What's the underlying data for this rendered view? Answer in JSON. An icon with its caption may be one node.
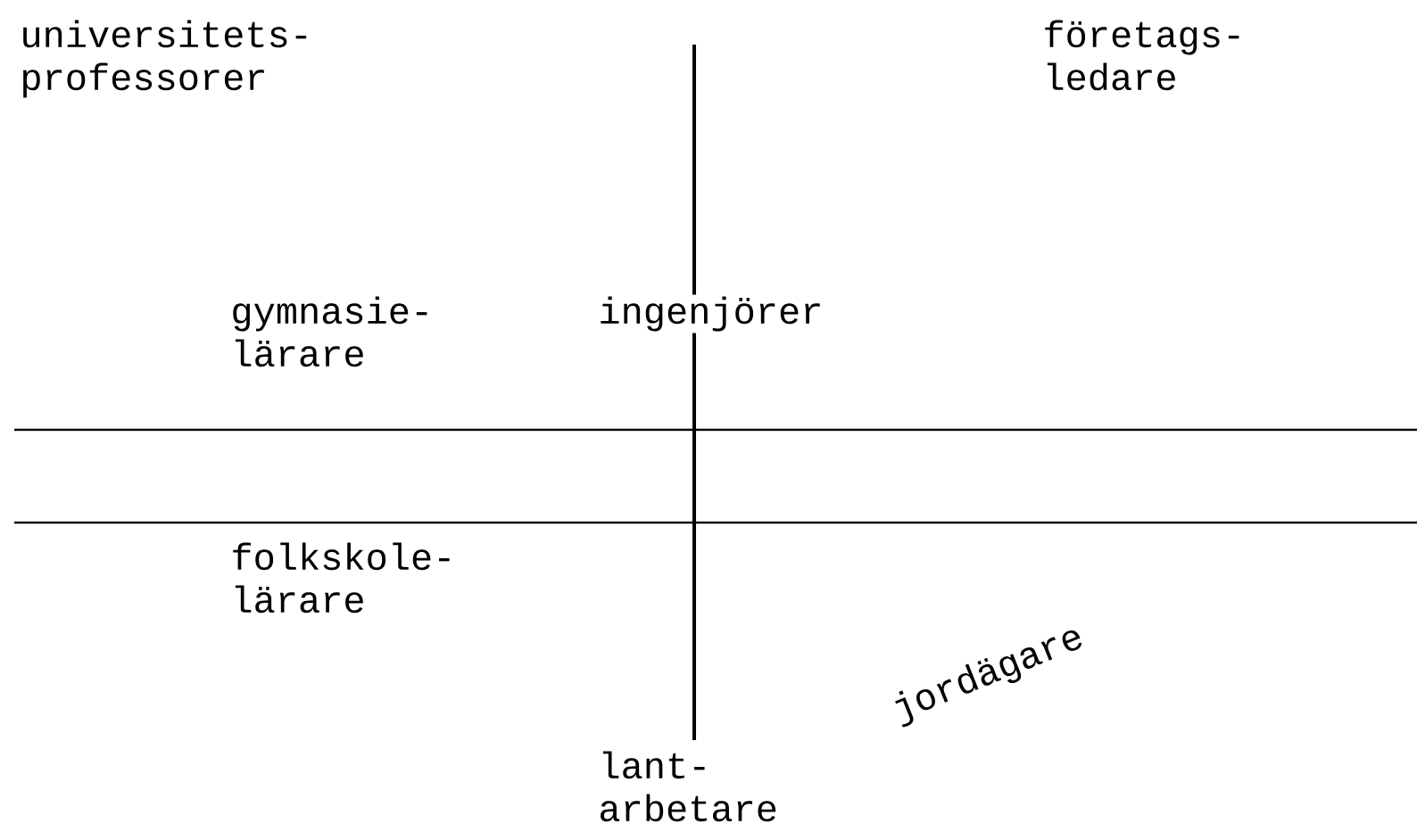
{
  "diagram": {
    "labels": [
      "universitets- professorer",
      "företags- ledare",
      "gymnasie- lärare",
      "ingenjörer",
      "folkskole- lärare",
      "jordägare",
      "lant- arbetare"
    ]
  }
}
